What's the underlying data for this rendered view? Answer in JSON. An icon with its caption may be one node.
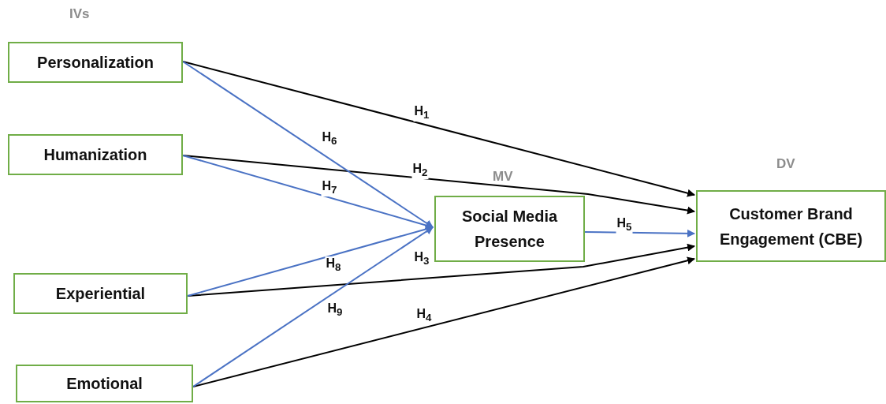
{
  "diagram": {
    "nodes": [
      {
        "text": [
          "Personalization"
        ]
      },
      {
        "text": [
          "Humanization"
        ]
      },
      {
        "text": [
          "Experiential"
        ]
      },
      {
        "text": [
          "Emotional"
        ]
      },
      {
        "text": [
          "Social Media Presence"
        ],
        "beside": [
          "MV"
        ]
      },
      {
        "text": [
          "Customer Brand Engagement (CBE)"
        ],
        "beside": [
          "DV"
        ]
      }
    ],
    "edges": [
      {
        "from": 0,
        "to": 5,
        "arrow": "to",
        "label": "H$_{1}$",
        "color": "#000000"
      },
      {
        "from": 1,
        "to": 5,
        "arrow": "to",
        "label": "H$_{2}$",
        "color": "#000000"
      },
      {
        "from": 2,
        "to": 5,
        "arrow": "to",
        "label": "H$_{3}$",
        "color": "#000000"
      },
      {
        "from": 3,
        "to": 5,
        "arrow": "to",
        "label": "H$_{4}$",
        "color": "#000000"
      },
      {
        "from": 4,
        "to": 5,
        "arrow": "to",
        "label": "H$_{5}$"
      },
      {
        "from": 0,
        "to": 4,
        "arrow": "to",
        "label": "H$_{6}$"
      },
      {
        "from": 1,
        "to": 4,
        "arrow": "to",
        "label": "H$_{7}$"
      },
      {
        "from": 2,
        "to": 4,
        "arrow": "to",
        "label": "H$_{8}$"
      },
      {
        "from": 3,
        "to": 4,
        "arrow": "to",
        "label": "H$_{9}$"
      }
    ],
    "labels": [
      "IVs"
    ]
  }
}
